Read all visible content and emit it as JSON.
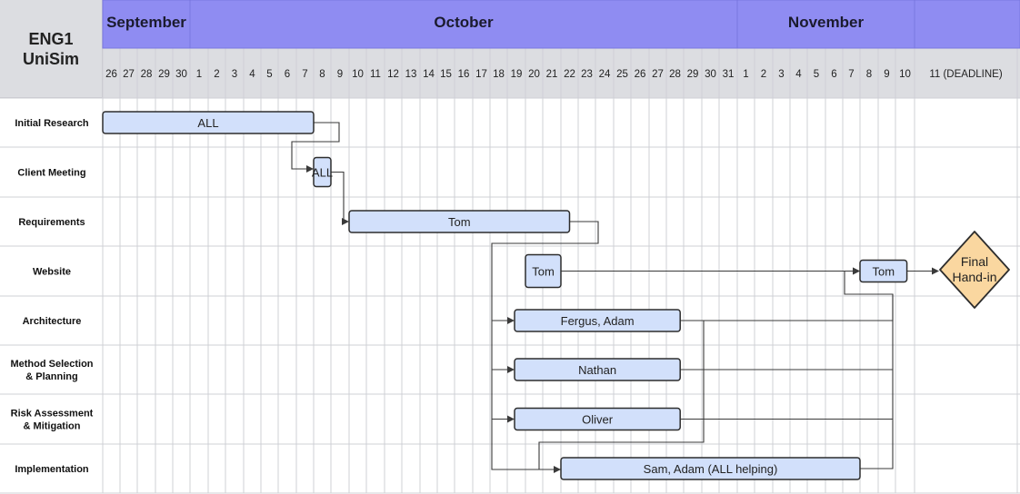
{
  "title": {
    "line1": "ENG1",
    "line2": "UniSim"
  },
  "months": [
    {
      "name": "September",
      "first": 0,
      "last": 4
    },
    {
      "name": "October",
      "first": 5,
      "last": 35
    },
    {
      "name": "November",
      "first": 36,
      "last": 45
    }
  ],
  "days": [
    "26",
    "27",
    "28",
    "29",
    "30",
    "1",
    "2",
    "3",
    "4",
    "5",
    "6",
    "7",
    "8",
    "9",
    "10",
    "11",
    "12",
    "13",
    "14",
    "15",
    "16",
    "17",
    "18",
    "19",
    "20",
    "21",
    "22",
    "23",
    "24",
    "25",
    "26",
    "27",
    "28",
    "29",
    "30",
    "31",
    "1",
    "2",
    "3",
    "4",
    "5",
    "6",
    "7",
    "8",
    "9",
    "10",
    "11 (DEADLINE)"
  ],
  "rows": [
    {
      "label": "Initial Research"
    },
    {
      "label": "Client Meeting"
    },
    {
      "label": "Requirements"
    },
    {
      "label": "Website"
    },
    {
      "label": "Architecture"
    },
    {
      "label": "Method Selection\n& Planning"
    },
    {
      "label": "Risk Assessment\n& Mitigation"
    },
    {
      "label": "Implementation"
    }
  ],
  "tasks": [
    {
      "id": "research",
      "row": 0,
      "start": 0,
      "end": 12,
      "label": "ALL"
    },
    {
      "id": "meeting",
      "row": 1,
      "start": 12,
      "end": 13,
      "label": "ALL"
    },
    {
      "id": "requirements",
      "row": 2,
      "start": 14,
      "end": 26.5,
      "label": "Tom"
    },
    {
      "id": "website1",
      "row": 3,
      "start": 24,
      "end": 26,
      "label": "Tom"
    },
    {
      "id": "website2",
      "row": 3,
      "start": 43,
      "end": 45.6,
      "label": "Tom"
    },
    {
      "id": "architecture",
      "row": 4,
      "start": 23.4,
      "end": 32.8,
      "label": "Fergus, Adam"
    },
    {
      "id": "method",
      "row": 5,
      "start": 23.4,
      "end": 32.8,
      "label": "Nathan"
    },
    {
      "id": "risk",
      "row": 6,
      "start": 23.4,
      "end": 32.8,
      "label": "Oliver"
    },
    {
      "id": "implementation",
      "row": 7,
      "start": 26,
      "end": 43,
      "label": "Sam, Adam (ALL helping)"
    }
  ],
  "milestone": {
    "label_line1": "Final",
    "label_line2": "Hand-in"
  },
  "colors": {
    "header": "#8f8cf2",
    "header_text": "#1b1b2e",
    "day_row": "#dcdde1",
    "title_cell": "#dcdde1",
    "grid": "#cfd0d6",
    "bar_fill": "#d2e0fb",
    "bar_stroke": "#2d2d2d",
    "milestone_fill": "#fad7a0",
    "connector": "#3a3a3a"
  }
}
